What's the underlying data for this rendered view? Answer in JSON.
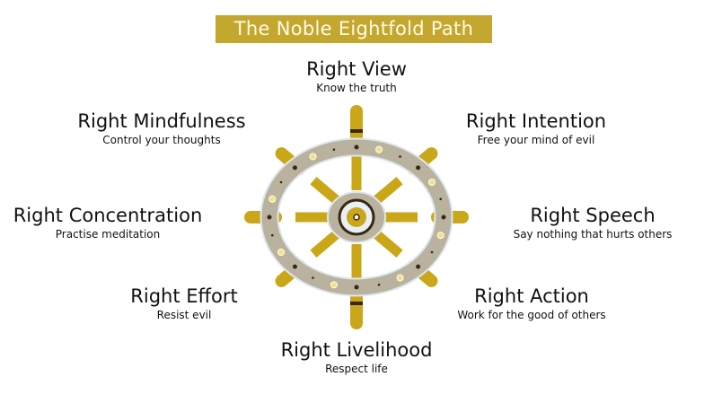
{
  "title": "The Noble Eightfold Path",
  "colors": {
    "banner": "#c4a72e",
    "ring": "#b8b29e",
    "gold": "#c9a718",
    "dark": "#3a2614"
  },
  "paths": [
    {
      "name": "Right View",
      "desc": "Know the truth"
    },
    {
      "name": "Right Intention",
      "desc": "Free your mind of evil"
    },
    {
      "name": "Right Speech",
      "desc": "Say nothing that hurts others"
    },
    {
      "name": "Right Action",
      "desc": "Work for the good of others"
    },
    {
      "name": "Right Livelihood",
      "desc": "Respect life"
    },
    {
      "name": "Right Effort",
      "desc": "Resist evil"
    },
    {
      "name": "Right Concentration",
      "desc": "Practise meditation"
    },
    {
      "name": "Right Mindfulness",
      "desc": "Control your thoughts"
    }
  ]
}
